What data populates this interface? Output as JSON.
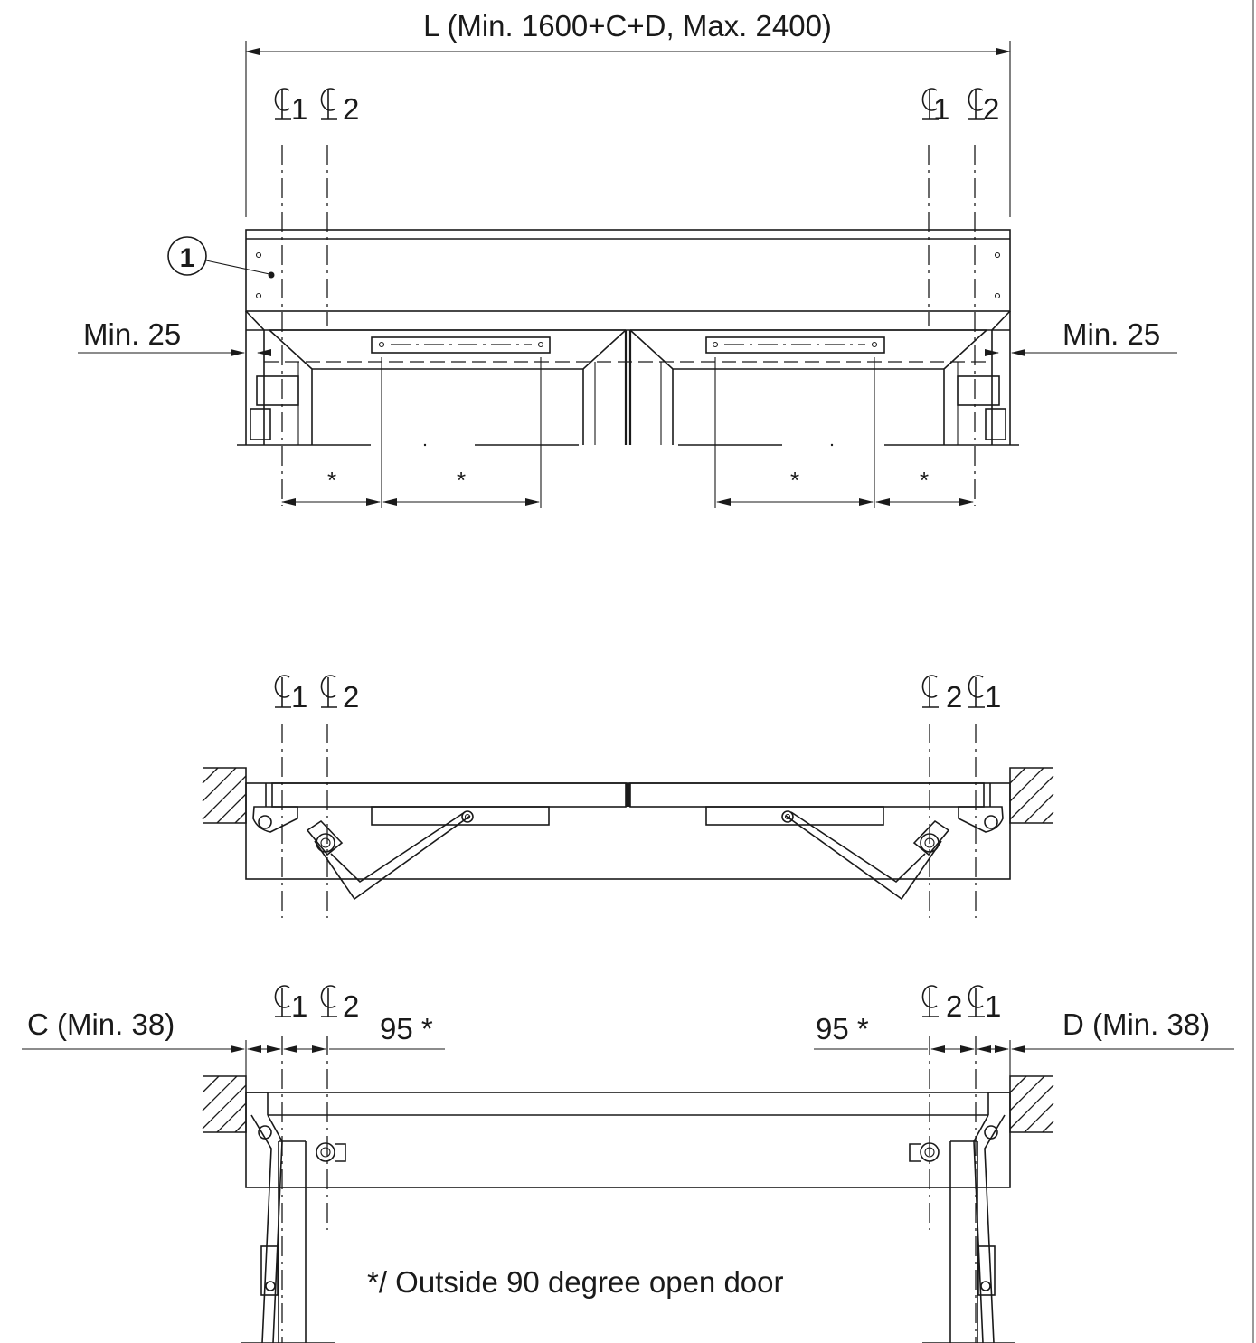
{
  "labels": {
    "overall_length": "L (Min. 1600+C+D, Max. 2400)",
    "min_left": "Min. 25",
    "min_right": "Min. 25",
    "callout": "1",
    "clearance_c": "C (Min. 38)",
    "clearance_d": "D (Min. 38)",
    "offset_left": "95 *",
    "offset_right": "95 *",
    "star": "*",
    "footnote": "*/ Outside 90 degree open door",
    "cl_sub1": "1",
    "cl_sub2": "2"
  }
}
